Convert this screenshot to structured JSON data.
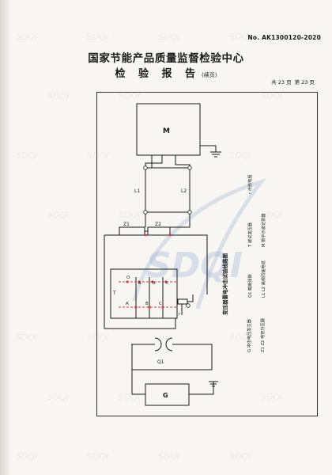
{
  "header": {
    "report_no": "No. AK1300120-2020",
    "org_title": "国家节能产品质量监督检验中心",
    "report_title": "检 验 报 告",
    "continuation": "(续页)",
    "page_total": "共 23 页",
    "page_current": "第 23 页"
  },
  "diagram": {
    "labels": {
      "motor": "M",
      "l1": "L1",
      "l2": "L2",
      "z1": "Z1",
      "z2": "Z2",
      "transformer": "T",
      "a_upper": "a",
      "b_upper": "b",
      "c_upper": "c",
      "o_upper": "O",
      "a_lower": "A",
      "b_lower": "B",
      "c_lower": "C",
      "r": "r",
      "q1": "Q1",
      "generator": "G"
    },
    "title": "变压器雷电冲击试验线路图",
    "legend": [
      "G 冲击电压发生器",
      "Q1 截断球隙",
      "T 被试变压器",
      "r 示伤电阻",
      "Z1 Z2 电容分压器",
      "L1 L2 高频同轴电缆",
      "M 数字示波记录器"
    ]
  },
  "colors": {
    "ink": "#1a1a1a",
    "red_marks": "#d43a3a",
    "watermark": "#9fb4d4"
  }
}
